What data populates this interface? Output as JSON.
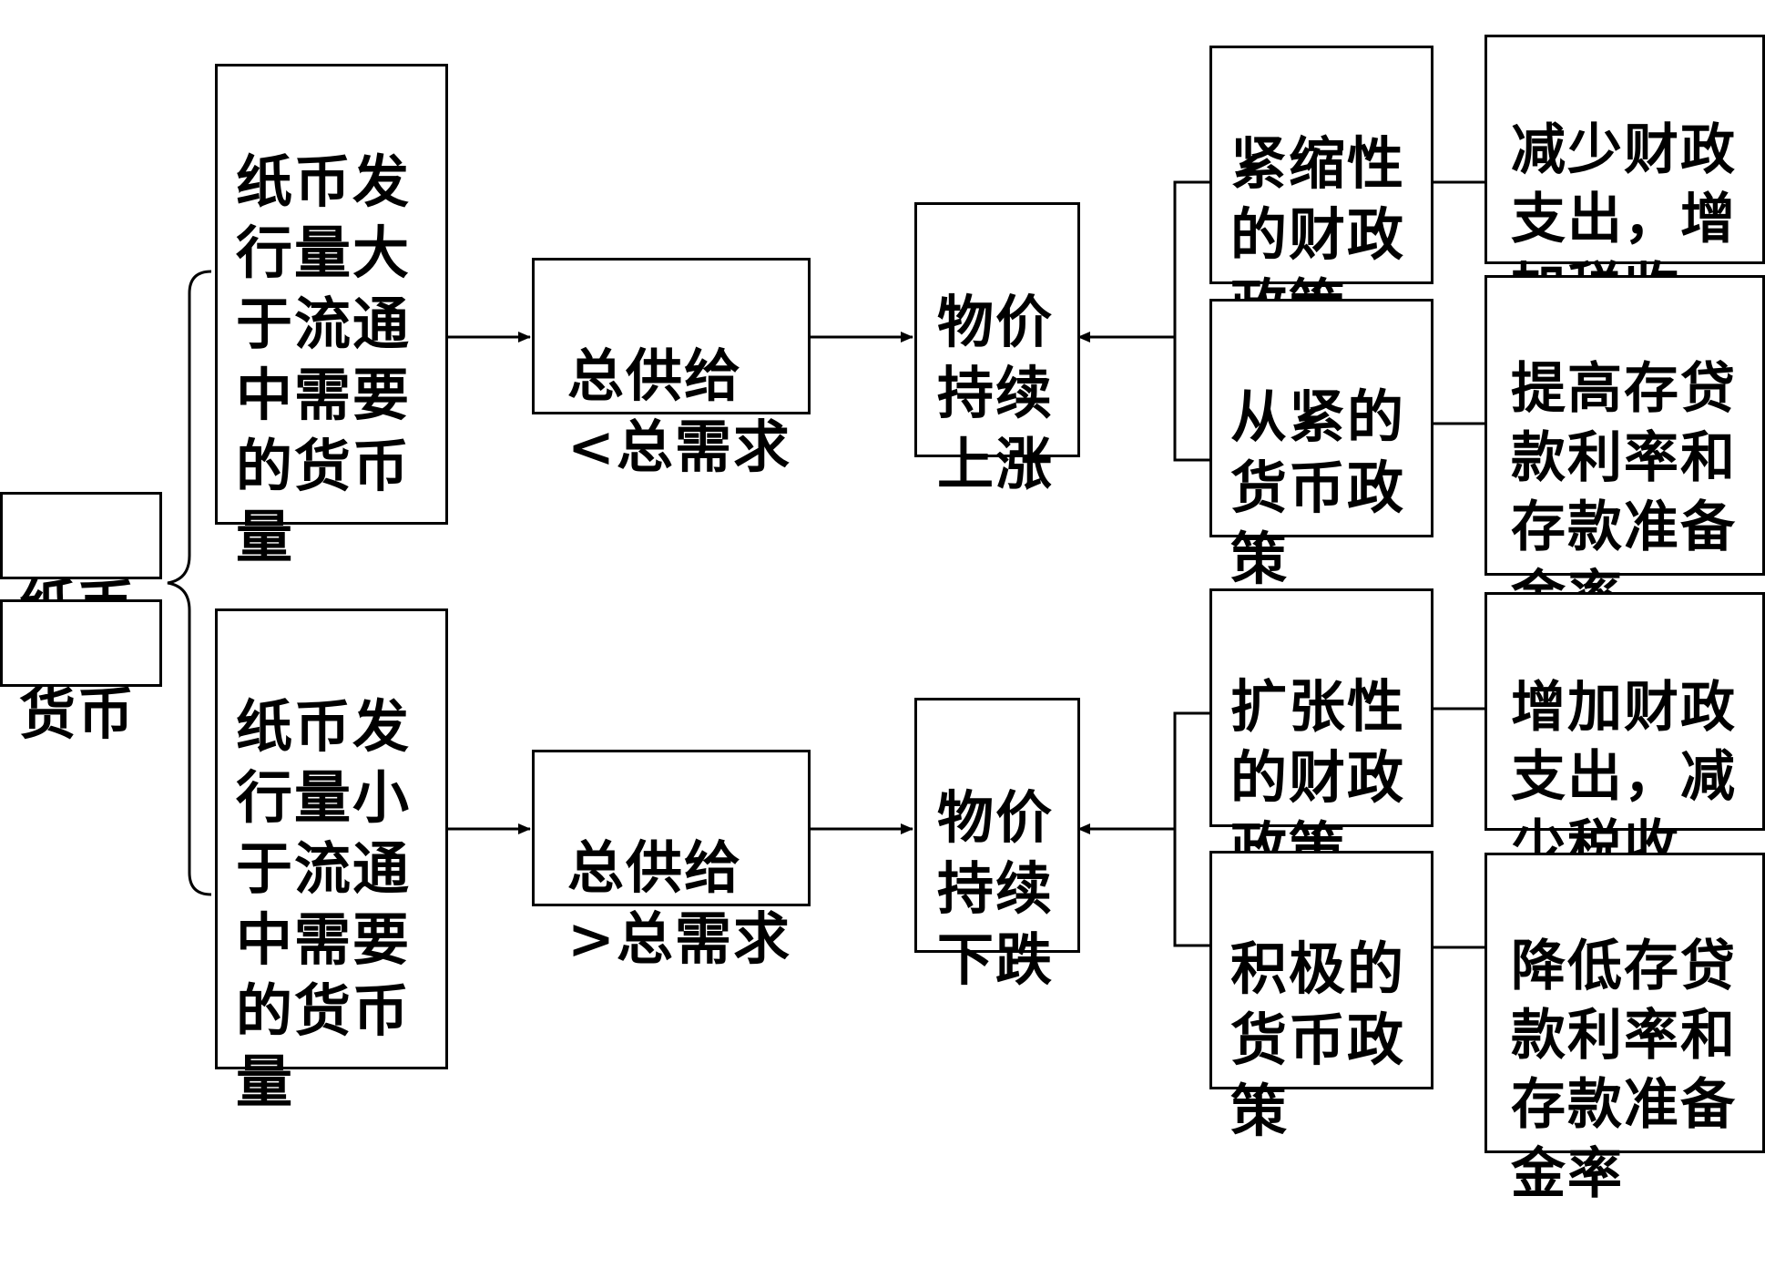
{
  "root": {
    "line1": "纸币",
    "line2": "货币"
  },
  "upper": {
    "cause": "纸币发\n行量大\n于流通\n中需要\n的货币\n量",
    "relation": "总供给\n<总需求",
    "result": "物价\n持续\n上涨",
    "fiscal": "紧缩性\n的财政\n政策",
    "fiscal_measure": "减少财政\n支出，增\n加税收",
    "monetary": "从紧的\n货币政\n策",
    "monetary_measure": "提高存贷\n款利率和\n存款准备\n金率"
  },
  "lower": {
    "cause": "纸币发\n行量小\n于流通\n中需要\n的货币\n量",
    "relation": "总供给\n>总需求",
    "result": "物价\n持续\n下跌",
    "fiscal": "扩张性\n的财政\n政策",
    "fiscal_measure": "增加财政\n支出，减\n少税收",
    "monetary": "积极的\n货币政\n策",
    "monetary_measure": "降低存贷\n款利率和\n存款准备\n金率"
  }
}
